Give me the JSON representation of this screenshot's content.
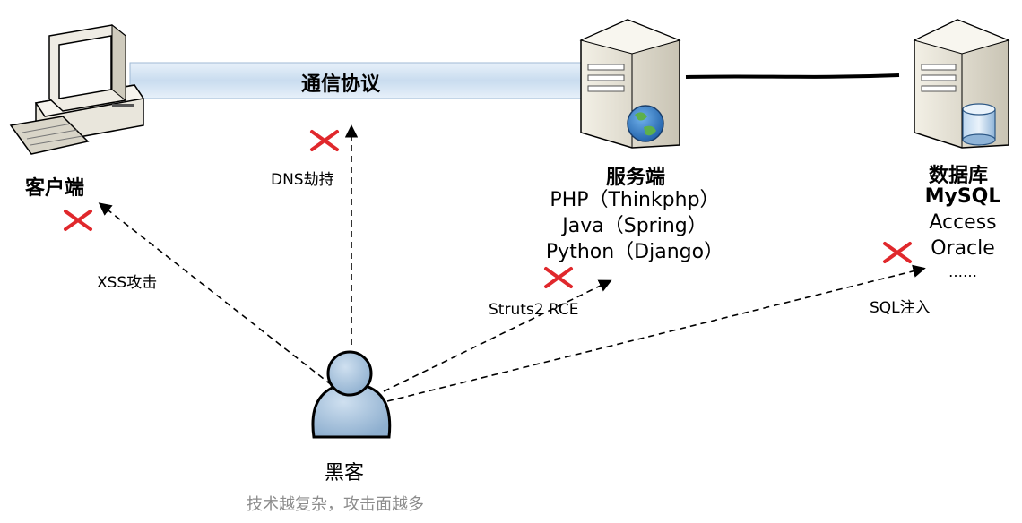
{
  "protocol_label": "通信协议",
  "client": {
    "title": "客户端"
  },
  "server": {
    "title": "服务端",
    "items": [
      "PHP（Thinkphp）",
      "Java（Spring）",
      "Python（Django）"
    ]
  },
  "database": {
    "title": "数据库",
    "items": [
      "MySQL",
      "Access",
      "Oracle",
      "……"
    ]
  },
  "attacks": {
    "xss": "XSS攻击",
    "dns": "DNS劫持",
    "struts": "Struts2 RCE",
    "sql": "SQL注入"
  },
  "hacker": {
    "title": "黑客",
    "caption": "技术越复杂，攻击面越多"
  },
  "colors": {
    "blocked_mark": "#e0282c",
    "caption_gray": "#8c8c8c",
    "channel_blue": "#cfe2f3"
  }
}
